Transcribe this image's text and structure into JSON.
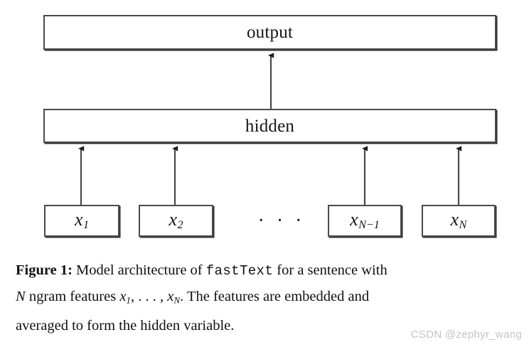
{
  "figure": {
    "nodes": {
      "output_label": "output",
      "hidden_label": "hidden",
      "ellipsis": "· · ·"
    },
    "inputs": [
      {
        "base": "x",
        "sub": "1",
        "name": "x-1"
      },
      {
        "base": "x",
        "sub": "2",
        "name": "x-2"
      },
      {
        "base": "x",
        "sub": "N−1",
        "name": "x-n-minus-1"
      },
      {
        "base": "x",
        "sub": "N",
        "name": "x-n"
      }
    ],
    "arrows": [
      {
        "name": "arrow-hidden-to-output",
        "from": "hidden",
        "to": "output"
      },
      {
        "name": "arrow-x1-to-hidden",
        "from": "x-1",
        "to": "hidden"
      },
      {
        "name": "arrow-x2-to-hidden",
        "from": "x-2",
        "to": "hidden"
      },
      {
        "name": "arrow-xnm1-to-hidden",
        "from": "x-n-minus-1",
        "to": "hidden"
      },
      {
        "name": "arrow-xn-to-hidden",
        "from": "x-n",
        "to": "hidden"
      }
    ],
    "colors": {
      "box_border": "#4a4a4a",
      "box_shadow": "#2e2e2e",
      "arrow": "#3a3a3a",
      "text": "#151515",
      "background": "#ffffff",
      "watermark": "#c3c3c3"
    }
  },
  "caption": {
    "figure_number": "Figure 1:",
    "line1_before_mono": " Model architecture of ",
    "mono_term": "fastText",
    "line1_after_mono": " for a sentence with",
    "line2_var_n": "N",
    "line2_text_a": " ngram features ",
    "line2_math_x1_base": "x",
    "line2_math_x1_sub": "1",
    "line2_math_dots": ", . . . , ",
    "line2_math_xn_base": "x",
    "line2_math_xn_sub": "N",
    "line2_text_b": ". The features are embedded and",
    "line3": "averaged to form the hidden variable.",
    "full_text": "Figure 1: Model architecture of fastText for a sentence with N ngram features x1, . . . , xN. The features are embedded and averaged to form the hidden variable."
  },
  "watermark": {
    "text": "CSDN @zephyr_wang"
  }
}
